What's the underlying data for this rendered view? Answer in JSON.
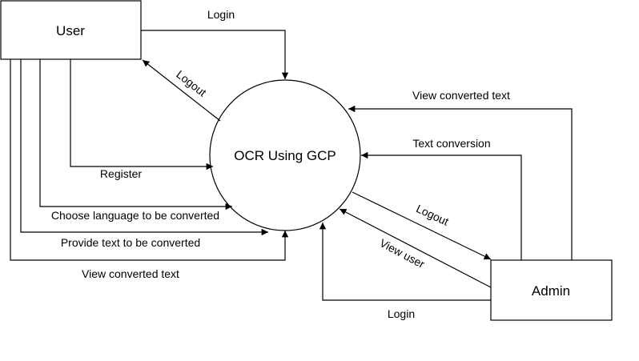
{
  "nodes": {
    "user": "User",
    "process": "OCR Using GCP",
    "admin": "Admin"
  },
  "flows": {
    "user_login": "Login",
    "user_logout": "Logout",
    "user_register": "Register",
    "user_choose_language": "Choose language to be converted",
    "user_provide_text": "Provide text to be converted",
    "user_view_converted": "View converted text",
    "admin_view_converted": "View converted text",
    "admin_text_conversion": "Text conversion",
    "admin_logout": "Logout",
    "admin_view_user": "View user",
    "admin_login": "Login"
  }
}
